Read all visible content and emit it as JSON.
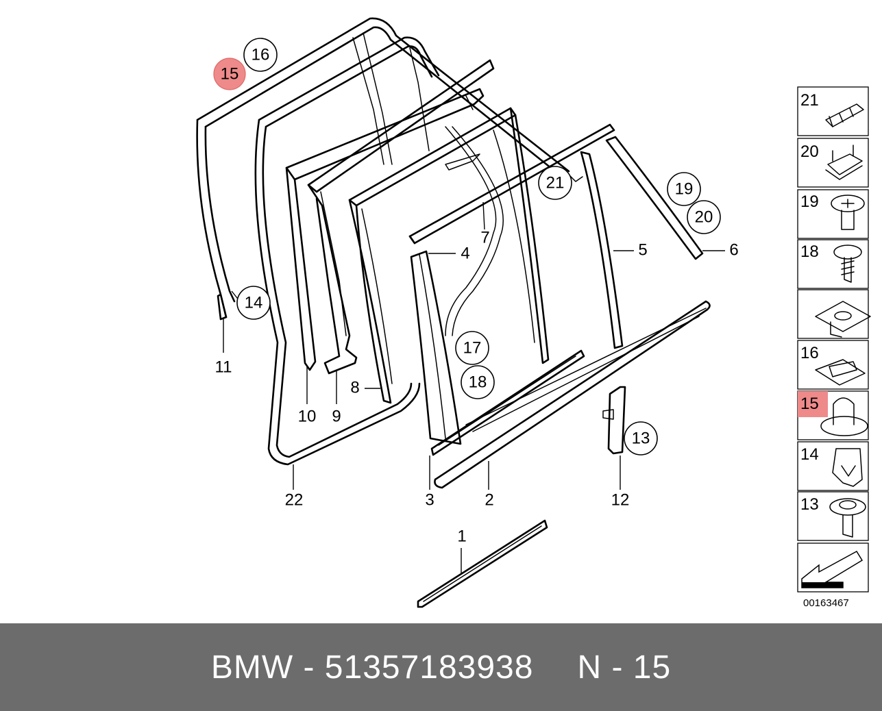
{
  "callouts": {
    "c16": "16",
    "c15": "15",
    "c14": "14",
    "c21": "21",
    "c19": "19",
    "c20": "20",
    "c17": "17",
    "c18": "18",
    "c13": "13"
  },
  "labels": {
    "l11": "11",
    "l10": "10",
    "l9": "9",
    "l8": "8",
    "l7": "7",
    "l4": "4",
    "l5": "5",
    "l6": "6",
    "l22": "22",
    "l3": "3",
    "l2": "2",
    "l12": "12",
    "l1": "1"
  },
  "highlight_color": "#ee8a8a",
  "side_panel": {
    "items": [
      {
        "num": "21",
        "icon": "clip-icon"
      },
      {
        "num": "20",
        "icon": "clip-icon"
      },
      {
        "num": "19",
        "icon": "screw-icon"
      },
      {
        "num": "18",
        "icon": "screw-icon"
      },
      {
        "num": "",
        "icon": "clip-nut-icon"
      },
      {
        "num": "16",
        "icon": "clip-icon"
      },
      {
        "num": "15",
        "icon": "clip-icon",
        "highlighted": true
      },
      {
        "num": "14",
        "icon": "clip-icon"
      },
      {
        "num": "13",
        "icon": "screw-icon"
      },
      {
        "num": "",
        "icon": "arrow-icon"
      }
    ],
    "ref_code": "00163467"
  },
  "footer": {
    "brand": "BMW",
    "separator": "-",
    "part_number": "51357183938",
    "position_label": "N",
    "position_number": "15"
  }
}
